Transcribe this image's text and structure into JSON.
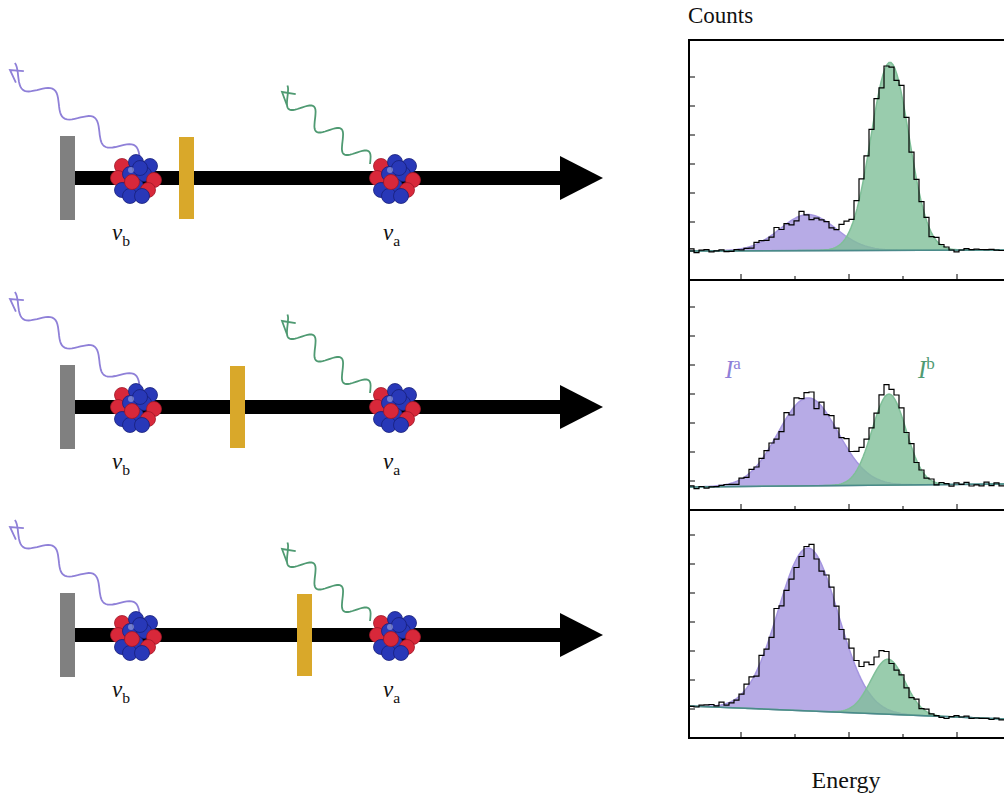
{
  "diagram": {
    "labels": [
      "Counts",
      "vb",
      "va",
      "vb",
      "va",
      "vb",
      "va",
      "Ia",
      "Ib",
      "Energy"
    ]
  }
}
